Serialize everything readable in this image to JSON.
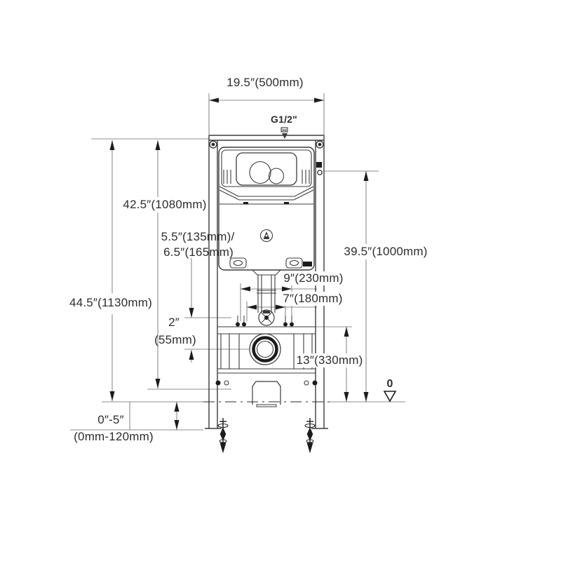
{
  "diagram": {
    "type": "technical-installation-drawing",
    "subject": "in-wall toilet carrier frame with concealed cistern, front view with dimensions"
  },
  "colors": {
    "background": "#ffffff",
    "drawing_line": "#3b3b3b",
    "heavy_line": "#1c1c1c",
    "dimension_line": "#8c8c8c",
    "text": "#2d2d2d"
  },
  "dimensions": {
    "top_width": "19.5″(500mm)",
    "water_inlet_thread": "G1/2\"",
    "frame_height": "42.5″(1080mm)",
    "inlet_offset_line1": "5.5″(135mm)/",
    "inlet_offset_line2": "6.5″(165mm)",
    "flush_plate_height": "39.5″(1000mm)",
    "bolt_spacing_outer": "9″(230mm)",
    "bolt_spacing_inner": "7″(180mm)",
    "total_height": "44.5″(1130mm)",
    "outlet_drop_line1": "2″",
    "outlet_drop_line2": "(55mm)",
    "drain_outlet_height": "13″(330mm)",
    "floor_reference": "0",
    "feet_adjust_line1": "0″-5″",
    "feet_adjust_line2": "(0mm-120mm)"
  }
}
